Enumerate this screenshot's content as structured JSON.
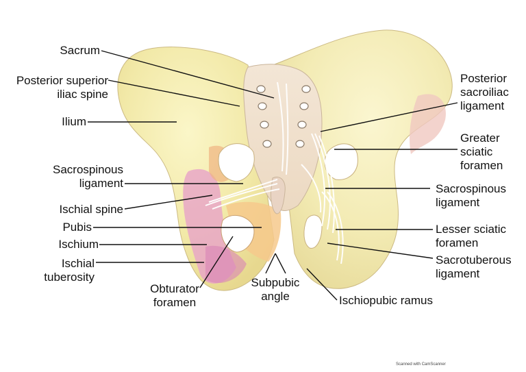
{
  "labels": {
    "sacrum": "Sacrum",
    "psis": "Posterior superior\niliac spine",
    "ilium": "Ilium",
    "sacrospinous_left": "Sacrospinous\nligament",
    "ischial_spine": "Ischial spine",
    "pubis": "Pubis",
    "ischium": "Ischium",
    "ischial_tuberosity": "Ischial\ntuberosity",
    "obturator_foramen": "Obturator\nforamen",
    "subpubic_angle": "Subpubic\nangle",
    "ischiopubic_ramus": "Ischiopubic ramus",
    "posterior_sacroiliac": "Posterior\nsacroiliac\nligament",
    "greater_sciatic": "Greater\nsciatic\nforamen",
    "sacrospinous_right": "Sacrospinous\nligament",
    "lesser_sciatic": "Lesser sciatic\nforamen",
    "sacrotuberous": "Sacrotuberous\nligament"
  },
  "watermark": "Scanned with CamScanner"
}
